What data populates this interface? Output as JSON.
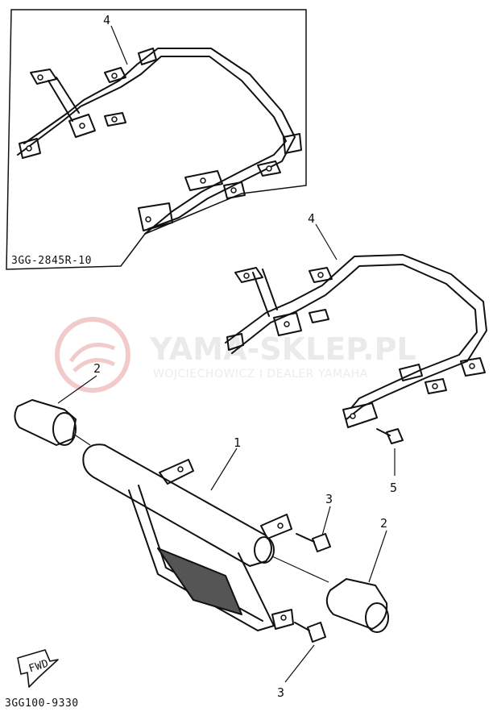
{
  "diagram": {
    "inset_code": "3GG-2845R-10",
    "diagram_code": "3GG100-9330",
    "direction_label": "FWD",
    "callouts": {
      "inset_rail": "4",
      "rail": "4",
      "pad_left": "2",
      "pad_right": "2",
      "guard": "1",
      "bolt_upper": "3",
      "bolt_lower": "3",
      "bolt_rail": "5"
    },
    "watermark": {
      "title": "YAMA-SKLEP.PL",
      "subtitle": "WOJCIECHOWICZ I DEALER YAMAHA",
      "color": "#e8a0a0"
    }
  }
}
